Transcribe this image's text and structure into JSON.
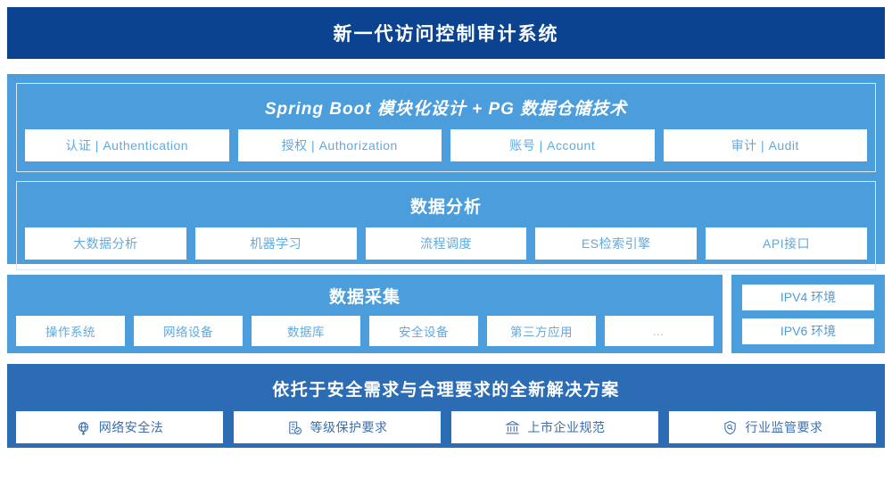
{
  "header": {
    "title": "新一代访问控制审计系统"
  },
  "platform": {
    "title": "Spring Boot 模块化设计 + PG 数据仓储技术",
    "items": [
      {
        "label": "认证 | Authentication"
      },
      {
        "label": "授权 | Authorization"
      },
      {
        "label": "账号 | Account"
      },
      {
        "label": "审计 | Audit"
      }
    ]
  },
  "analysis": {
    "title": "数据分析",
    "items": [
      {
        "label": "大数据分析"
      },
      {
        "label": "机器学习"
      },
      {
        "label": "流程调度"
      },
      {
        "label": "ES检索引擎"
      },
      {
        "label": "API接口"
      }
    ]
  },
  "collection": {
    "title": "数据采集",
    "items": [
      {
        "label": "操作系统"
      },
      {
        "label": "网络设备"
      },
      {
        "label": "数据库"
      },
      {
        "label": "安全设备"
      },
      {
        "label": "第三方应用"
      },
      {
        "label": "…"
      }
    ]
  },
  "environment": {
    "items": [
      {
        "label": "IPV4 环境"
      },
      {
        "label": "IPV6 环境"
      }
    ]
  },
  "solution": {
    "title": "依托于安全需求与合理要求的全新解决方案",
    "items": [
      {
        "label": "网络安全法",
        "icon": "globe-icon"
      },
      {
        "label": "等级保护要求",
        "icon": "document-check-icon"
      },
      {
        "label": "上市企业规范",
        "icon": "bank-icon"
      },
      {
        "label": "行业监管要求",
        "icon": "shield-search-icon"
      }
    ]
  },
  "colors": {
    "header_navy": "#0b4391",
    "panel_blue": "#4b9ddb",
    "solution_blue": "#2c6cb5",
    "chip_white": "#ffffff",
    "chip_text_blue": "#61a9de",
    "solution_text_blue": "#3a6fb0"
  }
}
